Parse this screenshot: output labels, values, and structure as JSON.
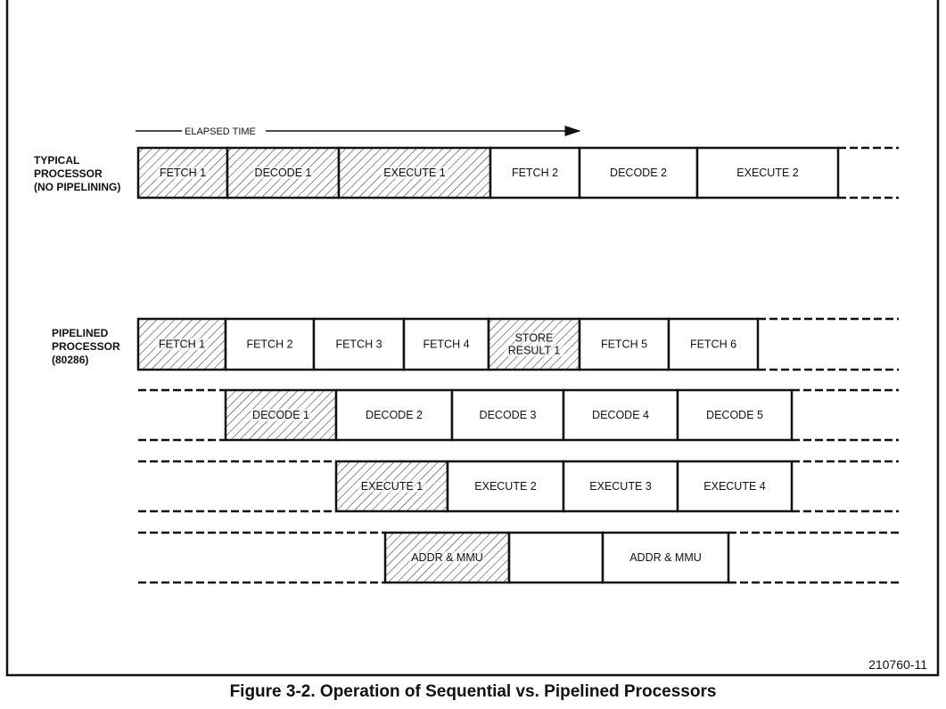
{
  "elapsed_time_label": "ELAPSED TIME",
  "typical": {
    "label_lines": [
      "TYPICAL",
      "PROCESSOR",
      "(NO PIPELINING)"
    ],
    "cells": [
      {
        "text": [
          "FETCH 1"
        ],
        "hatched": true
      },
      {
        "text": [
          "DECODE 1"
        ],
        "hatched": true
      },
      {
        "text": [
          "EXECUTE 1"
        ],
        "hatched": true
      },
      {
        "text": [
          "FETCH 2"
        ],
        "hatched": false
      },
      {
        "text": [
          "DECODE 2"
        ],
        "hatched": false
      },
      {
        "text": [
          "EXECUTE 2"
        ],
        "hatched": false
      }
    ]
  },
  "pipelined": {
    "label_lines": [
      "PIPELINED",
      "PROCESSOR",
      "(80286)"
    ],
    "rows": [
      {
        "cells": [
          {
            "text": [
              "FETCH 1"
            ],
            "hatched": true
          },
          {
            "text": [
              "FETCH 2"
            ],
            "hatched": false
          },
          {
            "text": [
              "FETCH 3"
            ],
            "hatched": false
          },
          {
            "text": [
              "FETCH 4"
            ],
            "hatched": false
          },
          {
            "text": [
              "STORE",
              "RESULT 1"
            ],
            "hatched": true
          },
          {
            "text": [
              "FETCH 5"
            ],
            "hatched": false
          },
          {
            "text": [
              "FETCH 6"
            ],
            "hatched": false
          }
        ]
      },
      {
        "cells": [
          {
            "text": [
              "DECODE 1"
            ],
            "hatched": true
          },
          {
            "text": [
              "DECODE 2"
            ],
            "hatched": false
          },
          {
            "text": [
              "DECODE 3"
            ],
            "hatched": false
          },
          {
            "text": [
              "DECODE 4"
            ],
            "hatched": false
          },
          {
            "text": [
              "DECODE 5"
            ],
            "hatched": false
          }
        ]
      },
      {
        "cells": [
          {
            "text": [
              "EXECUTE 1"
            ],
            "hatched": true
          },
          {
            "text": [
              "EXECUTE 2"
            ],
            "hatched": false
          },
          {
            "text": [
              "EXECUTE 3"
            ],
            "hatched": false
          },
          {
            "text": [
              "EXECUTE 4"
            ],
            "hatched": false
          }
        ]
      },
      {
        "cells": [
          {
            "text": [
              "ADDR & MMU"
            ],
            "hatched": true
          },
          {
            "text": [],
            "hatched": false
          },
          {
            "text": [
              "ADDR & MMU"
            ],
            "hatched": false
          }
        ]
      }
    ]
  },
  "figure_number": "210760-11",
  "caption": "Figure 3-2.  Operation of Sequential vs. Pipelined Processors"
}
